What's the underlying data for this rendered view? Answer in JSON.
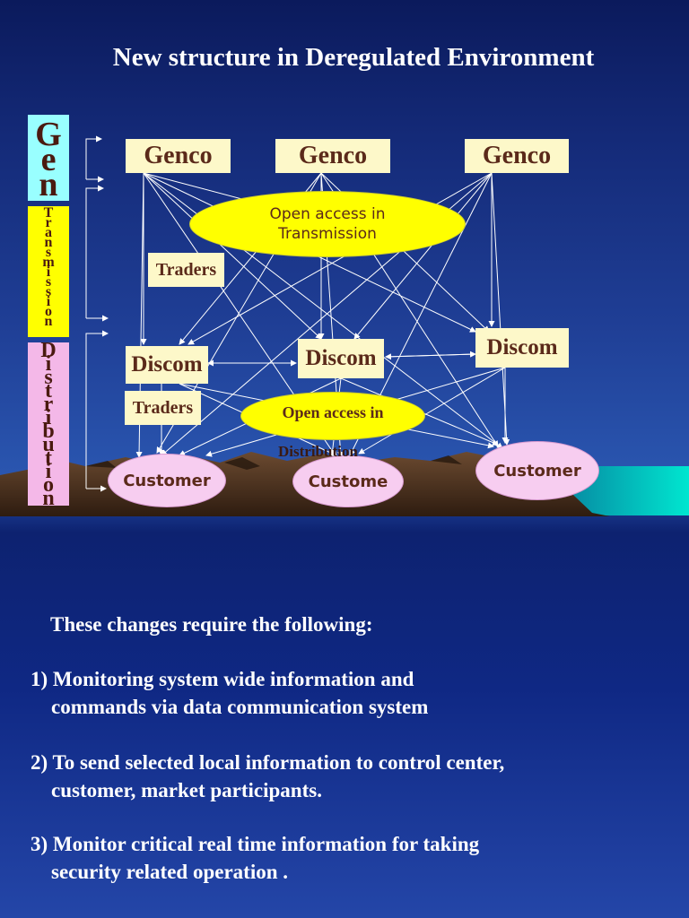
{
  "title": "New structure in Deregulated Environment",
  "side_labels": {
    "gen": "Gen",
    "transmission": "Transmission",
    "distribution": "Distribution"
  },
  "gencos": [
    "Genco",
    "Genco",
    "Genco"
  ],
  "open_access_transmission": [
    "Open access in",
    "Transmission"
  ],
  "traders": [
    "Traders",
    "Traders"
  ],
  "discoms": [
    "Discom",
    "Discom",
    "Discom"
  ],
  "open_access_distribution": [
    "Open access in",
    "Distribution"
  ],
  "customers": [
    "Customer",
    "Custome",
    "Customer"
  ],
  "colors": {
    "box_fill": "#fdf8c9",
    "ellipse_fill": "#ffff00",
    "customer_fill": "#f7cdf0",
    "gen_label": "#99ffff",
    "trans_label": "#ffff00",
    "dist_label": "#f4b8e8"
  },
  "body": {
    "intro": "These changes require the following:",
    "items": [
      [
        "1) Monitoring system wide information and",
        "    commands via data communication system"
      ],
      [
        "2) To send selected local information to control center,",
        "    customer, market participants."
      ],
      [
        "3) Monitor critical real time information for taking",
        "    security related operation ."
      ]
    ]
  }
}
